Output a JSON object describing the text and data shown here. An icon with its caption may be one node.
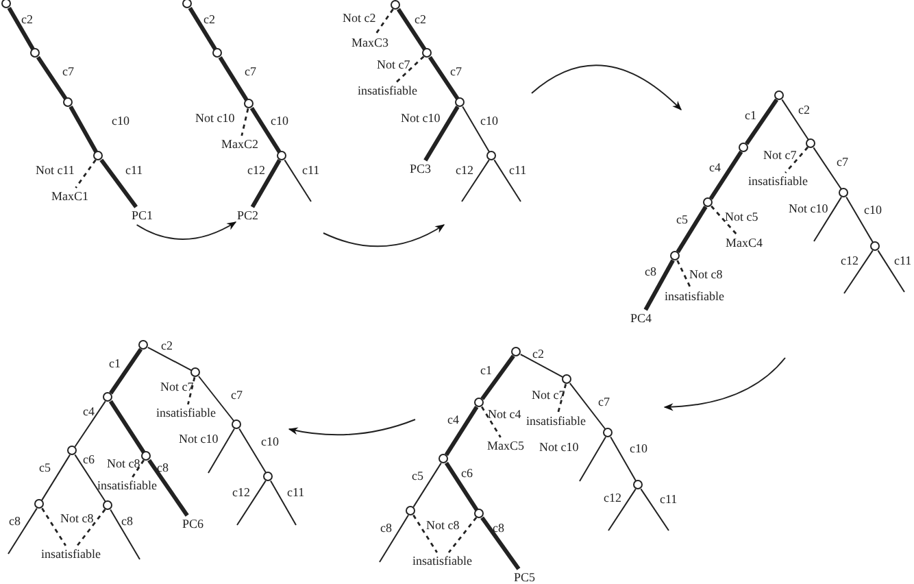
{
  "diagram": {
    "nodes": [
      {
        "text": [],
        "shape": "circle"
      },
      {
        "text": [],
        "shape": "circle"
      },
      {
        "text": [],
        "shape": "circle"
      },
      {
        "text": [],
        "shape": "circle"
      },
      {
        "text": [
          "MaxC1"
        ]
      },
      {
        "text": [
          "PC1"
        ]
      },
      {
        "text": [],
        "shape": "circle"
      },
      {
        "text": [],
        "shape": "circle"
      },
      {
        "text": [],
        "shape": "circle"
      },
      {
        "text": [],
        "shape": "circle"
      },
      {
        "text": [
          "MaxC2"
        ]
      },
      {
        "text": [
          "PC2"
        ]
      },
      {
        "text": [],
        "shape": "circle"
      },
      {
        "text": [],
        "shape": "circle"
      },
      {
        "text": [],
        "shape": "circle"
      },
      {
        "text": [],
        "shape": "circle"
      },
      {
        "text": [
          "MaxC3"
        ]
      },
      {
        "text": [
          "insatisfiable"
        ]
      },
      {
        "text": [
          "PC3"
        ]
      },
      {
        "text": [],
        "shape": "circle"
      },
      {
        "text": [],
        "shape": "circle"
      },
      {
        "text": [],
        "shape": "circle"
      },
      {
        "text": [],
        "shape": "circle"
      },
      {
        "text": [],
        "shape": "circle"
      },
      {
        "text": [],
        "shape": "circle"
      },
      {
        "text": [],
        "shape": "circle"
      },
      {
        "text": [
          "insatisfiable"
        ]
      },
      {
        "text": [
          "MaxC4"
        ]
      },
      {
        "text": [
          "insatisfiable"
        ]
      },
      {
        "text": [
          "PC4"
        ]
      },
      {
        "text": [],
        "shape": "circle"
      },
      {
        "text": [],
        "shape": "circle"
      },
      {
        "text": [],
        "shape": "circle"
      },
      {
        "text": [
          "insatisfiable"
        ]
      },
      {
        "text": [],
        "shape": "circle"
      },
      {
        "text": [
          "MaxC5"
        ]
      },
      {
        "text": [],
        "shape": "circle"
      },
      {
        "text": [],
        "shape": "circle"
      },
      {
        "text": [],
        "shape": "circle"
      },
      {
        "text": [],
        "shape": "circle"
      },
      {
        "text": [
          "insatisfiable"
        ]
      },
      {
        "text": [
          "PC5"
        ]
      },
      {
        "text": [],
        "shape": "circle"
      },
      {
        "text": [],
        "shape": "circle"
      },
      {
        "text": [],
        "shape": "circle"
      },
      {
        "text": [
          "insatisfiable"
        ]
      },
      {
        "text": [],
        "shape": "circle"
      },
      {
        "text": [],
        "shape": "circle"
      },
      {
        "text": [],
        "shape": "circle"
      },
      {
        "text": [
          "insatisfiable"
        ]
      },
      {
        "text": [],
        "shape": "circle"
      },
      {
        "text": [],
        "shape": "circle"
      },
      {
        "text": [],
        "shape": "circle"
      },
      {
        "text": [
          "PC6"
        ]
      },
      {
        "text": [
          "insatisfiable"
        ]
      }
    ],
    "edges": [
      {
        "from": 0,
        "to": 1,
        "arrow": "none",
        "label": "c2",
        "style": "thick"
      },
      {
        "from": 1,
        "to": 2,
        "arrow": "none",
        "label": "c7",
        "style": "thick"
      },
      {
        "from": 2,
        "to": 3,
        "arrow": "none",
        "label": "c10",
        "style": "thick"
      },
      {
        "from": 3,
        "to": 5,
        "arrow": "none",
        "label": "c11",
        "style": "thick"
      },
      {
        "from": 3,
        "to": 4,
        "arrow": "none",
        "label": "Not c11",
        "style": "dashed"
      },
      {
        "from": 6,
        "to": 7,
        "arrow": "none",
        "label": "c2",
        "style": "thick"
      },
      {
        "from": 7,
        "to": 8,
        "arrow": "none",
        "label": "c7",
        "style": "thick"
      },
      {
        "from": 8,
        "to": 9,
        "arrow": "none",
        "label": "c10",
        "style": "thick"
      },
      {
        "from": 9,
        "to": 11,
        "arrow": "none",
        "label": "c12",
        "style": "thick"
      },
      {
        "from": 9,
        "to": null,
        "arrow": "none",
        "label": "c11"
      },
      {
        "from": 8,
        "to": 10,
        "arrow": "none",
        "label": "Not c10",
        "style": "dashed"
      },
      {
        "from": 12,
        "to": 13,
        "arrow": "none",
        "label": "c2",
        "style": "thick"
      },
      {
        "from": 13,
        "to": 14,
        "arrow": "none",
        "label": "c7",
        "style": "thick"
      },
      {
        "from": 14,
        "to": 18,
        "arrow": "none",
        "label": "Not c10",
        "style": "thick"
      },
      {
        "from": 14,
        "to": 15,
        "arrow": "none",
        "label": "c10"
      },
      {
        "from": 15,
        "to": null,
        "arrow": "none",
        "label": "c12"
      },
      {
        "from": 15,
        "to": null,
        "arrow": "none",
        "label": "c11"
      },
      {
        "from": 12,
        "to": 16,
        "arrow": "none",
        "label": "Not c2",
        "style": "dashed"
      },
      {
        "from": 13,
        "to": 17,
        "arrow": "none",
        "label": "Not c7",
        "style": "dashed"
      },
      {
        "from": 19,
        "to": 20,
        "arrow": "none",
        "label": "c1",
        "style": "thick"
      },
      {
        "from": 19,
        "to": 21,
        "arrow": "none",
        "label": "c2"
      },
      {
        "from": 20,
        "to": 22,
        "arrow": "none",
        "label": "c4",
        "style": "thick"
      },
      {
        "from": 21,
        "to": 26,
        "arrow": "none",
        "label": "Not c7",
        "style": "dashed"
      },
      {
        "from": 21,
        "to": 23,
        "arrow": "none",
        "label": "c7"
      },
      {
        "from": 22,
        "to": 24,
        "arrow": "none",
        "label": "c5",
        "style": "thick"
      },
      {
        "from": 22,
        "to": 27,
        "arrow": "none",
        "label": "Not c5",
        "style": "dashed"
      },
      {
        "from": 23,
        "to": null,
        "arrow": "none",
        "label": "Not c10"
      },
      {
        "from": 23,
        "to": 25,
        "arrow": "none",
        "label": "c10"
      },
      {
        "from": 24,
        "to": 29,
        "arrow": "none",
        "label": "c8",
        "style": "thick"
      },
      {
        "from": 24,
        "to": 28,
        "arrow": "none",
        "label": "Not c8",
        "style": "dashed"
      },
      {
        "from": 25,
        "to": null,
        "arrow": "none",
        "label": "c12"
      },
      {
        "from": 25,
        "to": null,
        "arrow": "none",
        "label": "c11"
      },
      {
        "from": 30,
        "to": 31,
        "arrow": "none",
        "label": "c1",
        "style": "thick"
      },
      {
        "from": 30,
        "to": 32,
        "arrow": "none",
        "label": "c2"
      },
      {
        "from": 32,
        "to": 33,
        "arrow": "none",
        "label": "Not c7",
        "style": "dashed"
      },
      {
        "from": 32,
        "to": 36,
        "arrow": "none",
        "label": "c7"
      },
      {
        "from": 31,
        "to": 34,
        "arrow": "none",
        "label": "c4",
        "style": "thick"
      },
      {
        "from": 31,
        "to": 35,
        "arrow": "none",
        "label": "Not c4",
        "style": "dashed"
      },
      {
        "from": 36,
        "to": null,
        "arrow": "none",
        "label": "Not c10"
      },
      {
        "from": 36,
        "to": 39,
        "arrow": "none",
        "label": "c10"
      },
      {
        "from": 34,
        "to": 37,
        "arrow": "none",
        "label": "c5"
      },
      {
        "from": 34,
        "to": 38,
        "arrow": "none",
        "label": "c6",
        "style": "thick"
      },
      {
        "from": 37,
        "to": null,
        "arrow": "none",
        "label": "c8"
      },
      {
        "from": 37,
        "to": 40,
        "arrow": "none",
        "style": "dashed"
      },
      {
        "from": 38,
        "to": 40,
        "arrow": "none",
        "label": "Not c8",
        "style": "dashed"
      },
      {
        "from": 38,
        "to": 41,
        "arrow": "none",
        "label": "c8",
        "style": "thick"
      },
      {
        "from": 39,
        "to": null,
        "arrow": "none",
        "label": "c12"
      },
      {
        "from": 39,
        "to": null,
        "arrow": "none",
        "label": "c11"
      },
      {
        "from": 42,
        "to": 43,
        "arrow": "none",
        "label": "c1",
        "style": "thick"
      },
      {
        "from": 42,
        "to": 44,
        "arrow": "none",
        "label": "c2"
      },
      {
        "from": 44,
        "to": 45,
        "arrow": "none",
        "label": "Not c7",
        "style": "dashed"
      },
      {
        "from": 44,
        "to": 48,
        "arrow": "none",
        "label": "c7"
      },
      {
        "from": 43,
        "to": 46,
        "arrow": "none",
        "label": "c4"
      },
      {
        "from": 43,
        "to": 47,
        "arrow": "none",
        "style": "thick"
      },
      {
        "from": 48,
        "to": null,
        "arrow": "none",
        "label": "Not c10"
      },
      {
        "from": 48,
        "to": 50,
        "arrow": "none",
        "label": "c10"
      },
      {
        "from": 47,
        "to": 49,
        "arrow": "none",
        "label": "Not c8",
        "style": "dashed"
      },
      {
        "from": 47,
        "to": 53,
        "arrow": "none",
        "label": "c8",
        "style": "thick"
      },
      {
        "from": 46,
        "to": 51,
        "arrow": "none",
        "label": "c5"
      },
      {
        "from": 46,
        "to": 52,
        "arrow": "none",
        "label": "c6"
      },
      {
        "from": 50,
        "to": null,
        "arrow": "none",
        "label": "c12"
      },
      {
        "from": 50,
        "to": null,
        "arrow": "none",
        "label": "c11"
      },
      {
        "from": 51,
        "to": null,
        "arrow": "none",
        "label": "c8"
      },
      {
        "from": 51,
        "to": 54,
        "arrow": "none",
        "label": "Not c8",
        "style": "dashed"
      },
      {
        "from": 52,
        "to": 54,
        "arrow": "none",
        "style": "dashed"
      },
      {
        "from": 52,
        "to": null,
        "arrow": "none",
        "label": "c8"
      },
      {
        "from": 5,
        "to": 11,
        "arrow": "to"
      }
    ]
  }
}
